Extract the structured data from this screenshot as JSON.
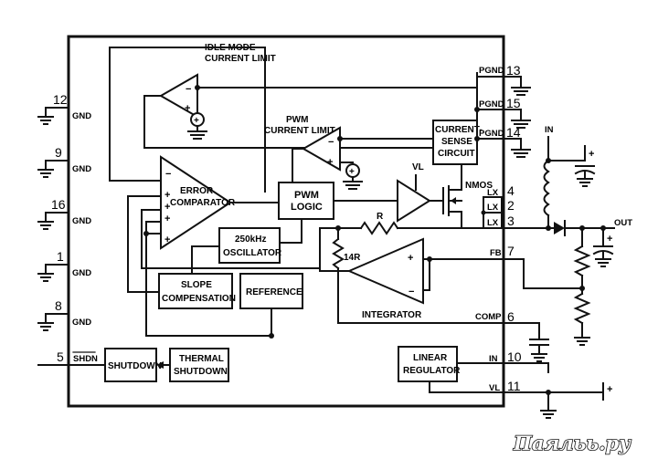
{
  "blocks": {
    "idle_mode_1": "IDLE MODE",
    "idle_mode_2": "CURRENT LIMIT",
    "pwm_limit_1": "PWM",
    "pwm_limit_2": "CURRENT LIMIT",
    "error_comp_1": "ERROR",
    "error_comp_2": "COMPARATOR",
    "pwm_logic_1": "PWM",
    "pwm_logic_2": "LOGIC",
    "osc_1": "250kHz",
    "osc_2": "OSCILLATOR",
    "slope_1": "SLOPE",
    "slope_2": "COMPENSATION",
    "reference": "REFERENCE",
    "integrator": "INTEGRATOR",
    "current_sense_1": "CURRENT-",
    "current_sense_2": "SENSE",
    "current_sense_3": "CIRCUIT",
    "shutdown": "SHUTDOWN",
    "thermal_1": "THERMAL",
    "thermal_2": "SHUTDOWN",
    "linear_1": "LINEAR",
    "linear_2": "REGULATOR",
    "nmos": "NMOS",
    "vl_driver": "VL",
    "resistor_r": "R",
    "resistor_14r": "14R"
  },
  "left_pins": [
    {
      "num": "12",
      "label": "GND"
    },
    {
      "num": "9",
      "label": "GND"
    },
    {
      "num": "16",
      "label": "GND"
    },
    {
      "num": "1",
      "label": "GND"
    },
    {
      "num": "8",
      "label": "GND"
    },
    {
      "num": "5",
      "label": "SHDN"
    }
  ],
  "right_pins": [
    {
      "num": "13",
      "label": "PGND"
    },
    {
      "num": "15",
      "label": "PGND"
    },
    {
      "num": "14",
      "label": "PGND"
    },
    {
      "num": "4",
      "label": "LX"
    },
    {
      "num": "2",
      "label": "LX"
    },
    {
      "num": "3",
      "label": "LX"
    },
    {
      "num": "7",
      "label": "FB"
    },
    {
      "num": "6",
      "label": "COMP"
    },
    {
      "num": "10",
      "label": "IN"
    },
    {
      "num": "11",
      "label": "VL"
    }
  ],
  "external": {
    "in_label": "IN",
    "out_label": "OUT"
  },
  "watermark": "Паяльь.ру"
}
